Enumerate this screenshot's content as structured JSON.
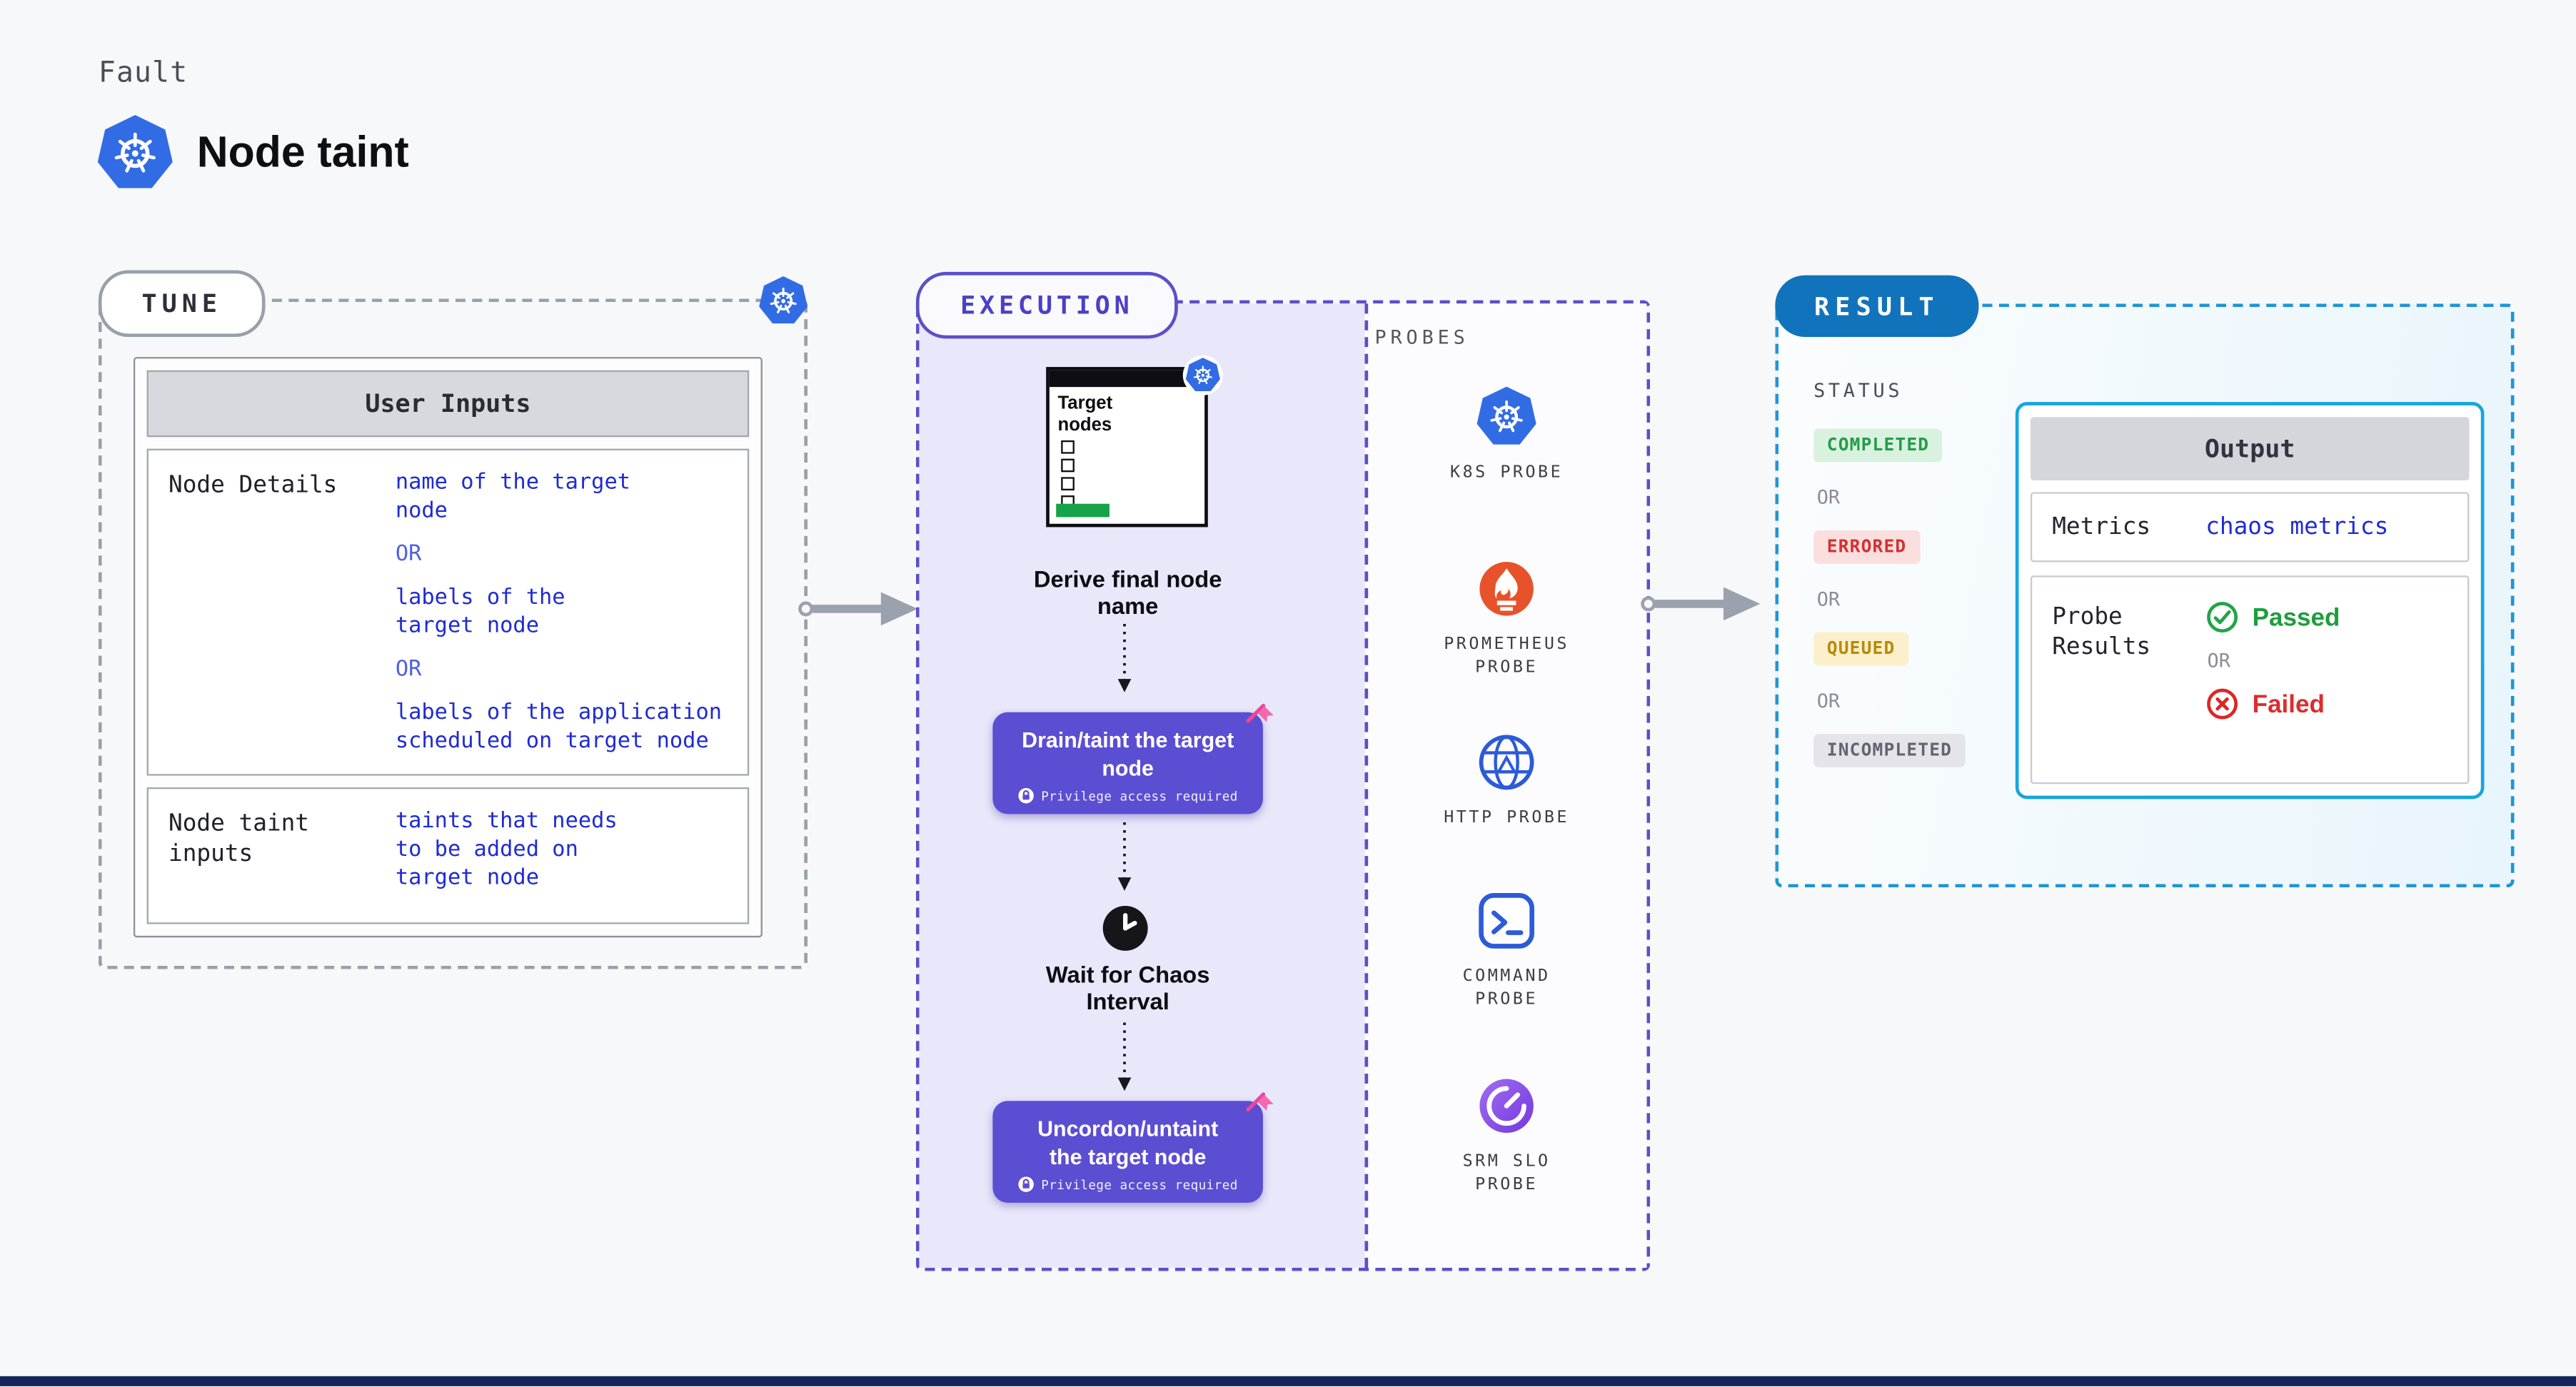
{
  "page": {
    "kicker": "Fault",
    "title": "Node taint"
  },
  "colors": {
    "accent_purple": "#5b4ed2",
    "execution_fill": "#e9e7fa",
    "result_blue": "#1173bb",
    "output_border": "#15a5e0",
    "code_blue": "#1f2bd3",
    "success_green": "#1d9e3c",
    "error_red": "#dd2c2c",
    "queued_yellow": "#b8890a",
    "kubernetes_blue": "#326ce5",
    "prometheus_orange": "#e8522a",
    "srm_purple": "#7c3fe0",
    "arrow_gray": "#9ba2ae"
  },
  "tune": {
    "label": "TUNE",
    "or": "OR",
    "table": {
      "header": "User Inputs",
      "row1": {
        "name": "Node Details",
        "values": [
          "name of the target\nnode",
          "labels of the\ntarget node",
          "labels of the application\n scheduled on target node"
        ]
      },
      "row2": {
        "name": "Node taint\ninputs",
        "value": "taints that needs\nto be added on\ntarget node"
      }
    }
  },
  "execution": {
    "label": "EXECUTION",
    "checklist": {
      "title": "Target nodes"
    },
    "step1": "Derive final node\nname",
    "action1": {
      "label": "Drain/taint the target\nnode",
      "note": "Privilege access required"
    },
    "wait": "Wait for Chaos\nInterval",
    "action2": {
      "label": "Uncordon/untaint\nthe target node",
      "note": "Privilege access required"
    },
    "probes": {
      "label": "PROBES",
      "items": [
        {
          "name": "K8S PROBE",
          "icon": "kubernetes-icon"
        },
        {
          "name": "PROMETHEUS PROBE",
          "icon": "prometheus-icon"
        },
        {
          "name": "HTTP PROBE",
          "icon": "http-globe-icon"
        },
        {
          "name": "COMMAND PROBE",
          "icon": "command-terminal-icon"
        },
        {
          "name": "SRM SLO PROBE",
          "icon": "srm-slo-gauge-icon"
        }
      ]
    }
  },
  "result": {
    "label": "RESULT",
    "status": {
      "label": "STATUS",
      "or": "OR",
      "badges": [
        {
          "text": "COMPLETED",
          "color": "green"
        },
        {
          "text": "ERRORED",
          "color": "red"
        },
        {
          "text": "QUEUED",
          "color": "yellow"
        },
        {
          "text": "INCOMPLETED",
          "color": "gray"
        }
      ]
    },
    "output": {
      "header": "Output",
      "metrics_label": "Metrics",
      "metrics_value": "chaos metrics",
      "probe_results_label": "Probe\nResults",
      "passed": "Passed",
      "or": "OR",
      "failed": "Failed"
    }
  }
}
